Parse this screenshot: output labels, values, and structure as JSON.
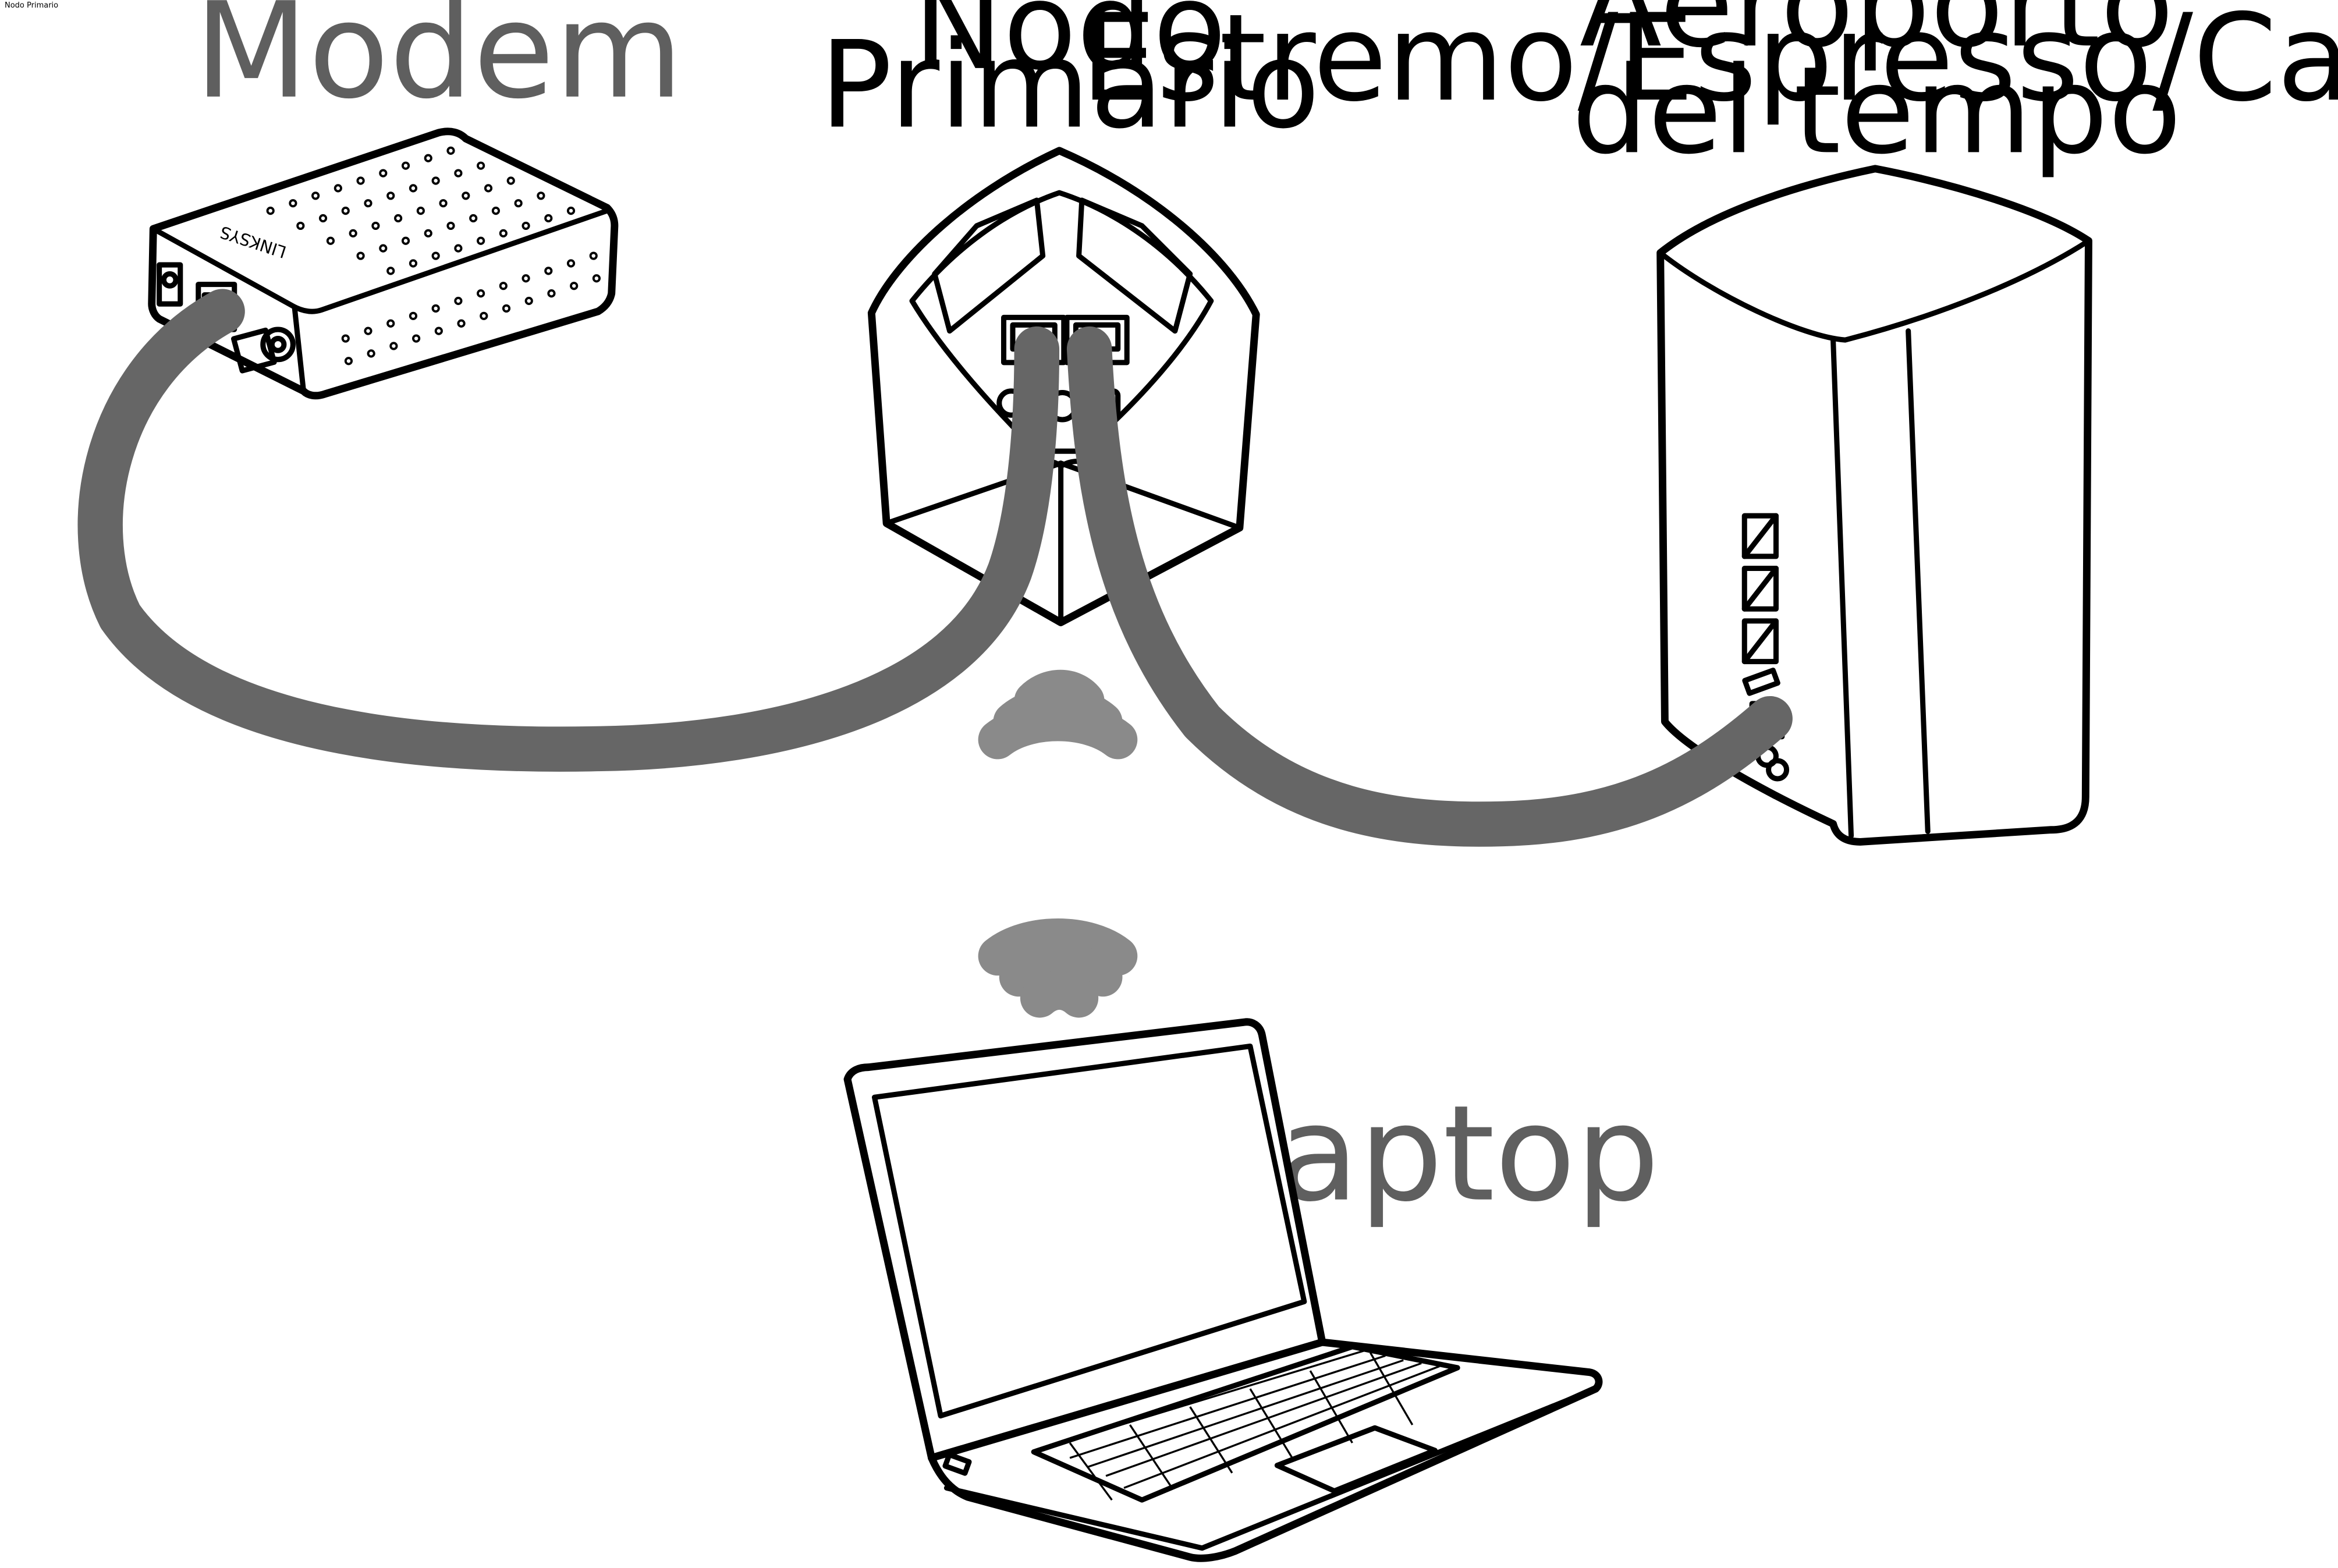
{
  "caption": "Nodo Primario",
  "labels": {
    "modem": "Modem",
    "node_line1": "Nodo",
    "node_line2": "Primario",
    "airport_line1": "Aeroporto",
    "airport_line2": "Estremo/Espresso/Capsula",
    "airport_line3": "del tempo",
    "laptop": "Laptop"
  },
  "modem_brand": "LINKSYS",
  "colors": {
    "cable": "#666666",
    "wifi": "#8a8a8a",
    "label_dark": "#000000",
    "label_grey": "#5f5f5f"
  },
  "devices": [
    {
      "name": "modem",
      "icon": "modem-icon"
    },
    {
      "name": "primary-node",
      "icon": "mesh-node-icon"
    },
    {
      "name": "airport",
      "icon": "router-tower-icon"
    },
    {
      "name": "laptop",
      "icon": "laptop-icon"
    }
  ],
  "connections": [
    {
      "from": "modem",
      "to": "primary-node",
      "type": "ethernet"
    },
    {
      "from": "primary-node",
      "to": "airport",
      "type": "ethernet"
    },
    {
      "from": "primary-node",
      "to": "laptop",
      "type": "wifi"
    }
  ]
}
